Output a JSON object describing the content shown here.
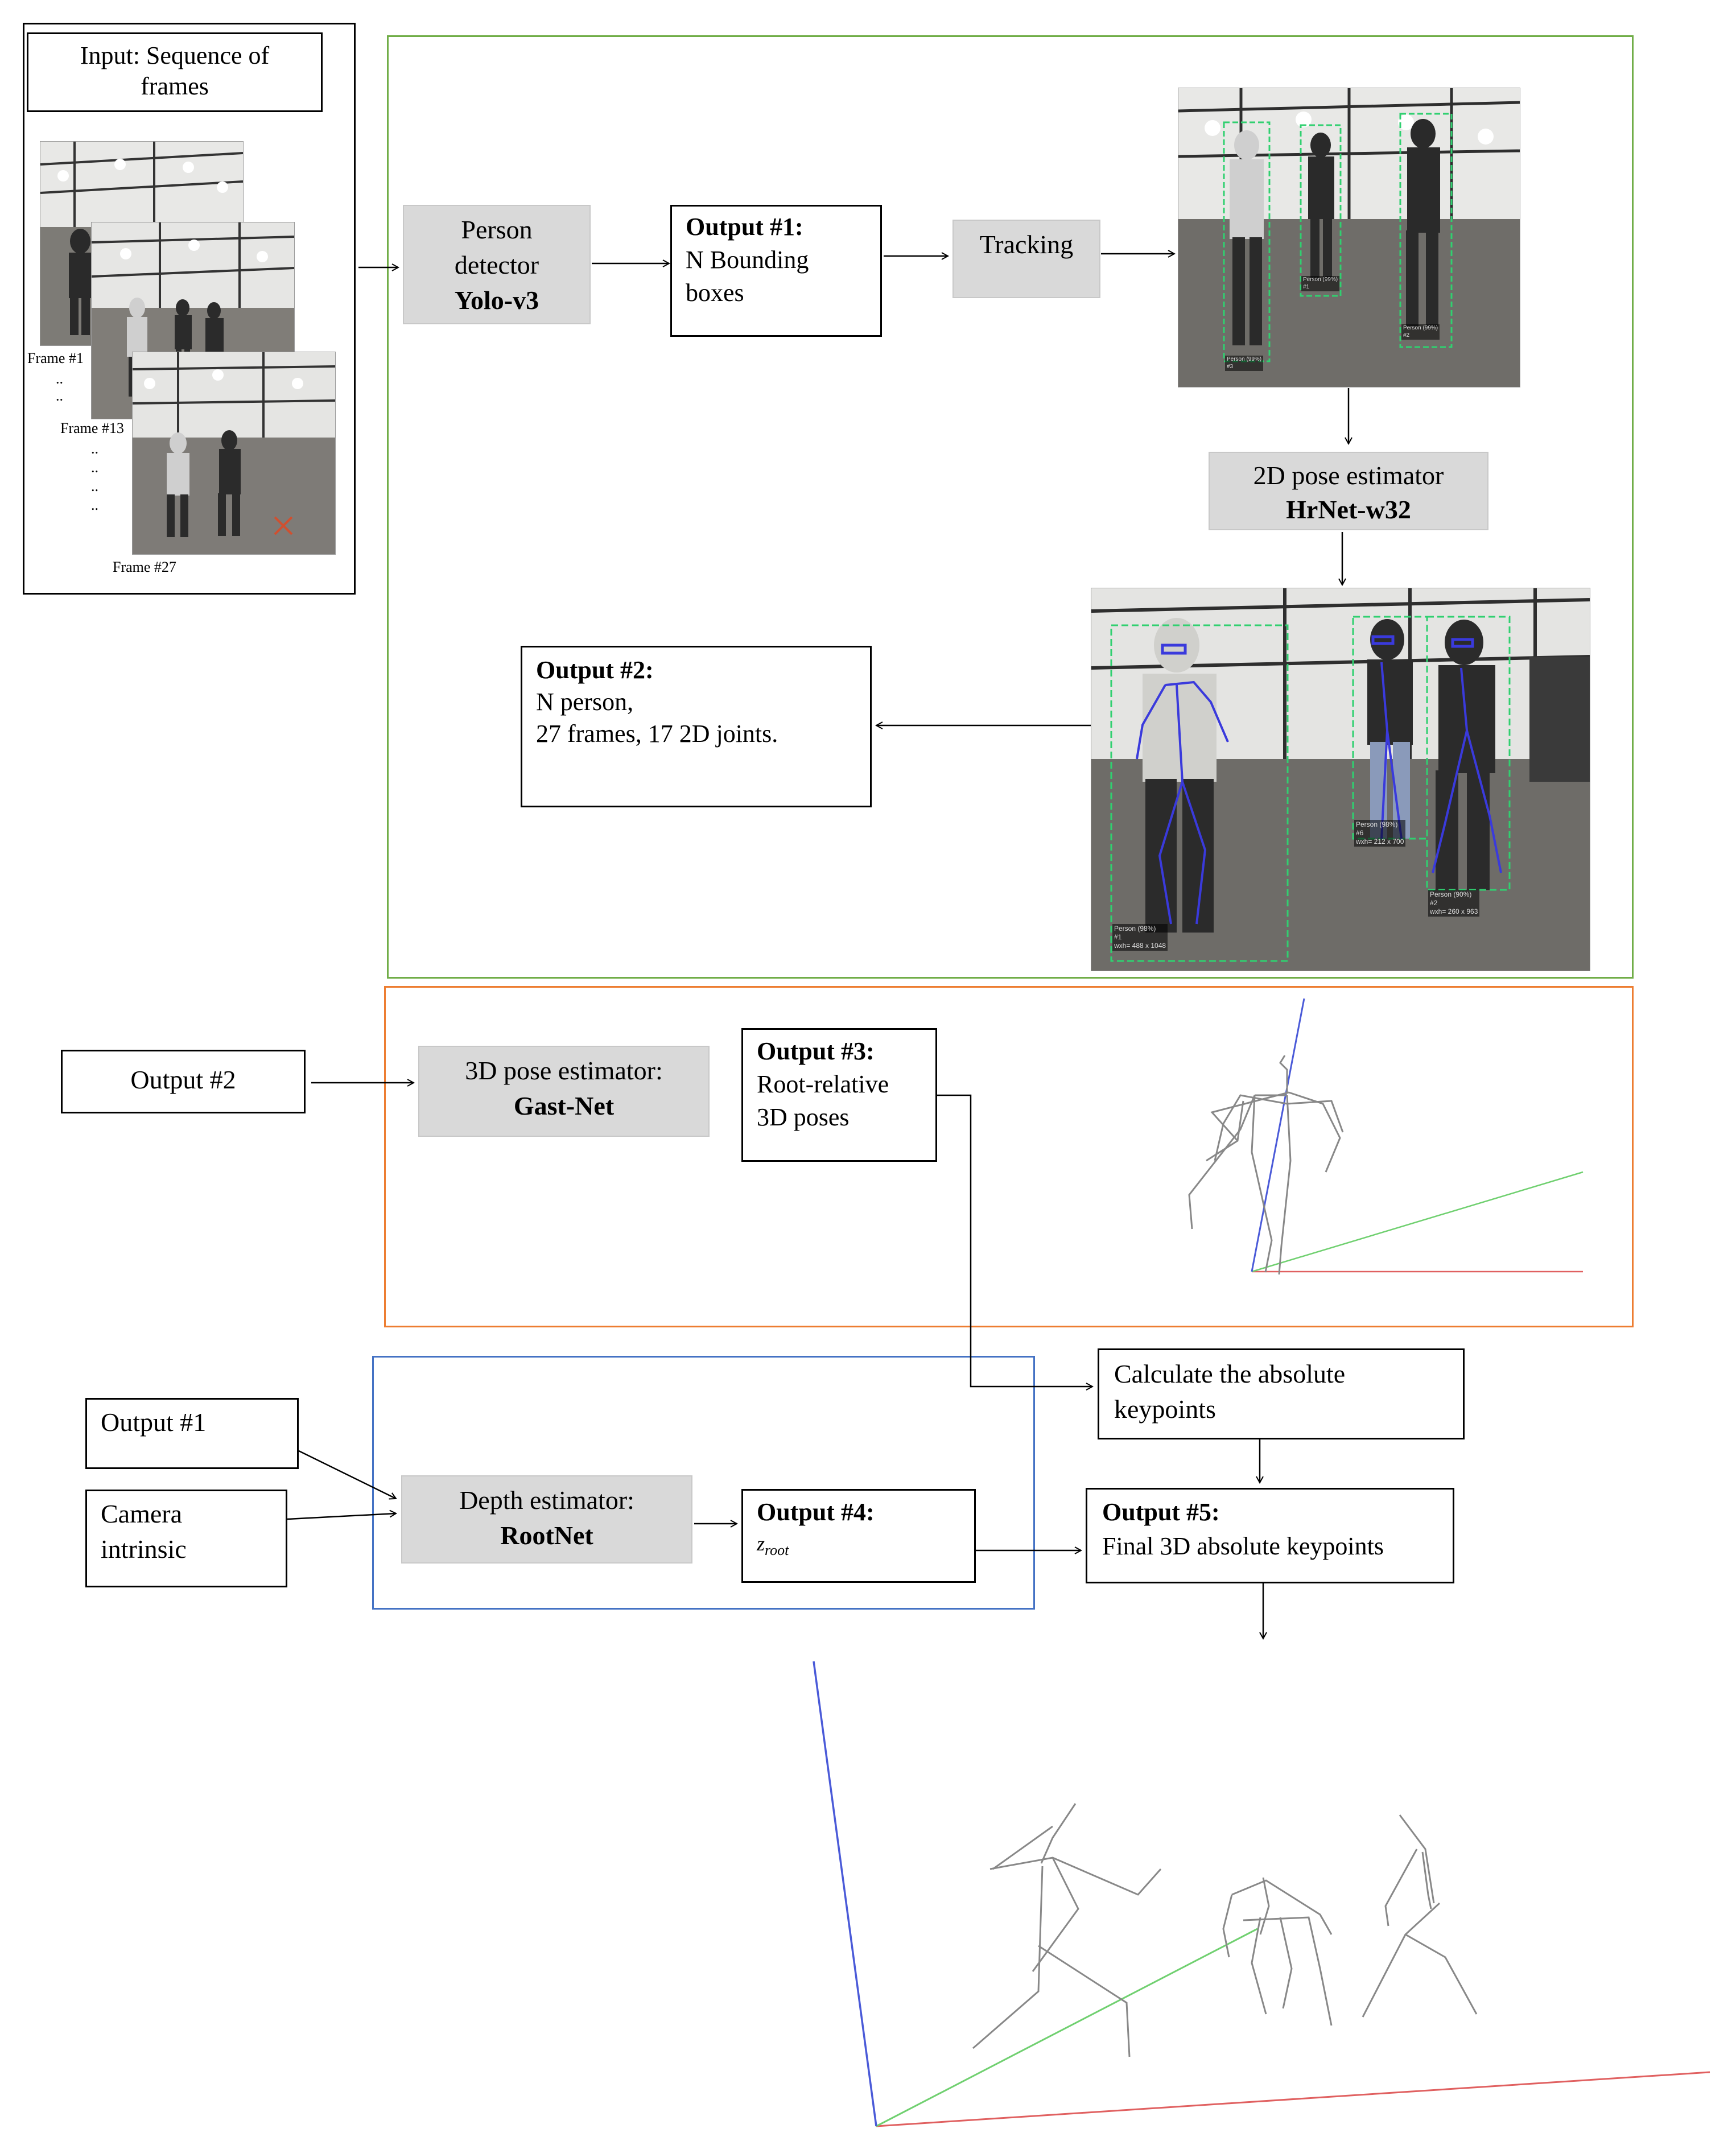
{
  "input": {
    "title_line1": "Input: Sequence of",
    "title_line2": "frames",
    "frame_labels": [
      "Frame #1",
      "Frame #13",
      "Frame #27"
    ],
    "dots": ".."
  },
  "detector": {
    "line1": "Person",
    "line2": "detector",
    "model": "Yolo-v3"
  },
  "output1": {
    "title": "Output #1:",
    "line1": "N Bounding",
    "line2": "boxes"
  },
  "tracking": {
    "label": "Tracking"
  },
  "pose2d": {
    "line1": "2D pose estimator",
    "model": "HrNet-w32"
  },
  "output2": {
    "title": "Output #2:",
    "line1": "N person,",
    "line2": "27 frames, 17 2D joints."
  },
  "image_labels": {
    "tracked": [
      {
        "text": "Person (99%)\n#3"
      },
      {
        "text": "Person (99%)\n#1"
      },
      {
        "text": "Person (99%)\n#2"
      }
    ],
    "pose": [
      {
        "text": "Person (98%)\n#1\nwxh= 488 x 1048"
      },
      {
        "text": "Person (98%)\n#6\nwxh= 212 x 700"
      },
      {
        "text": "Person (90%)\n#2\nwxh= 260 x 963"
      }
    ]
  },
  "stage2": {
    "input_label": "Output #2",
    "pose3d_line1": "3D pose estimator:",
    "pose3d_model": "Gast-Net",
    "output3_title": "Output #3:",
    "output3_line1": "Root-relative",
    "output3_line2": "3D poses"
  },
  "stage3": {
    "input1": "Output #1",
    "input2_line1": "Camera",
    "input2_line2": "intrinsic",
    "depth_line1": "Depth estimator:",
    "depth_model": "RootNet",
    "output4_title": "Output #4:",
    "output4_value": "z",
    "output4_sub": "root"
  },
  "final": {
    "calc_line1": "Calculate the absolute",
    "calc_line2": "keypoints",
    "output5_title": "Output #5:",
    "output5_line1": "Final 3D absolute keypoints"
  },
  "colors": {
    "green_frame": "#70ad47",
    "orange_frame": "#ed7d31",
    "blue_frame": "#4472c4",
    "grey_box": "#d9d9d9",
    "axis_x": "#e06060",
    "axis_y": "#70d070",
    "axis_z": "#4a5ad8",
    "skeleton": "#888888"
  }
}
